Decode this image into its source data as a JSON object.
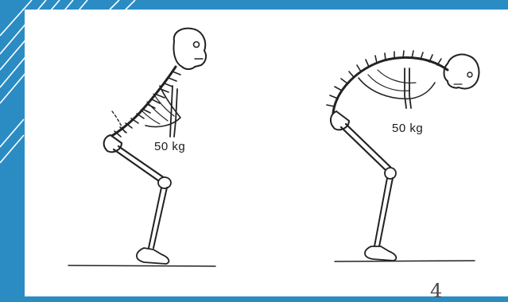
{
  "slide": {
    "background_color": "#2b8cc4",
    "panel_color": "#ffffff"
  },
  "figure": {
    "left_weight_label": "50 kg",
    "right_weight_label": "50 kg",
    "page_mark": "4"
  }
}
